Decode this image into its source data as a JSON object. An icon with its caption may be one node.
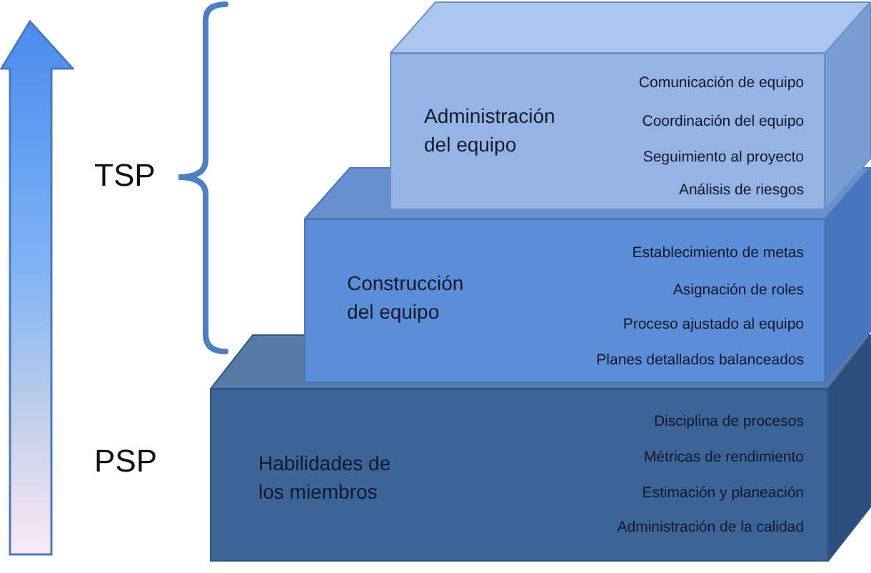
{
  "diagram": {
    "nodes": [
      {
        "text": [
          "Administración del equipo",
          "Comunicación de equipo",
          "Coordinación del equipo",
          "Seguimiento al proyecto",
          "Análisis de riesgos"
        ]
      },
      {
        "text": [
          "Construcción del equipo",
          "Establecimiento de metas",
          "Asignación de roles",
          "Proceso ajustado al equipo",
          "Planes detallados balanceados"
        ]
      },
      {
        "text": [
          "Habilidades de los miembros",
          "Disciplina de procesos",
          "Métricas de rendimiento",
          "Estimación y planeación",
          "Administración de la calidad"
        ]
      }
    ],
    "labels": [
      "TSP",
      "PSP"
    ]
  }
}
